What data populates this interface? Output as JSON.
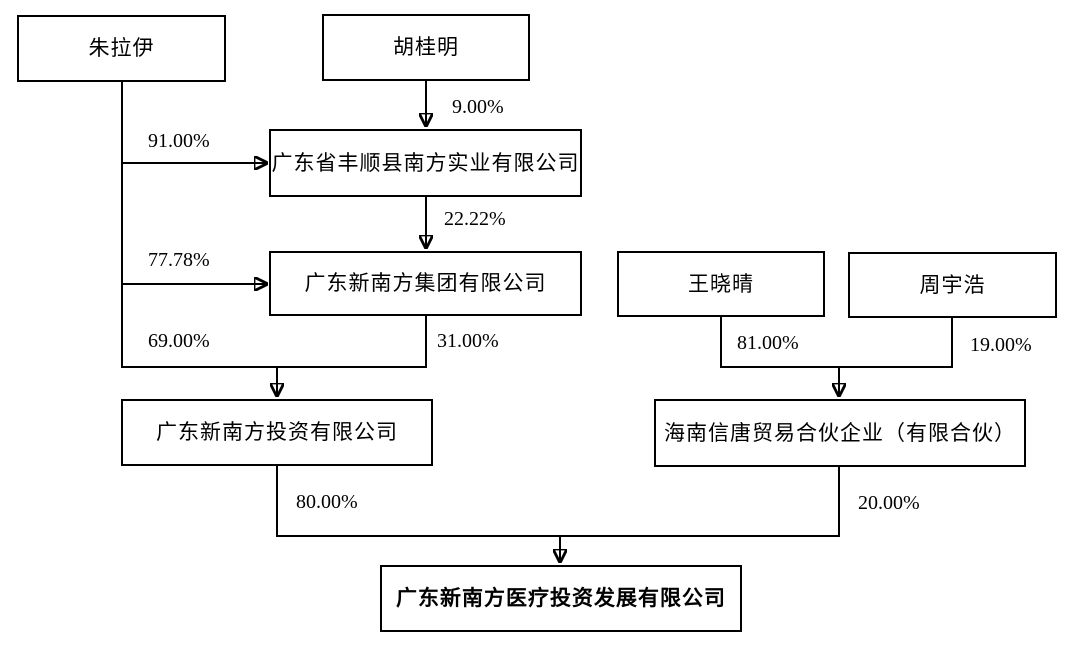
{
  "entities": {
    "zhu_layi": "朱拉伊",
    "hu_guiming": "胡桂明",
    "fengshun_shiye": "广东省丰顺县南方实业有限公司",
    "xinnanfang_group": "广东新南方集团有限公司",
    "wang_xiaoqing": "王晓晴",
    "zhou_yuhao": "周宇浩",
    "xinnanfang_touzi": "广东新南方投资有限公司",
    "hainan_xintang": "海南信唐贸易合伙企业（有限合伙）",
    "xinnanfang_yiliao": "广东新南方医疗投资发展有限公司"
  },
  "percentages": {
    "zhu_to_fengshun": "91.00%",
    "hu_to_fengshun": "9.00%",
    "fengshun_to_group": "22.22%",
    "zhu_to_group": "77.78%",
    "zhu_to_touzi": "69.00%",
    "group_to_touzi": "31.00%",
    "wang_to_xintang": "81.00%",
    "zhou_to_xintang": "19.00%",
    "touzi_to_yiliao": "80.00%",
    "xintang_to_yiliao": "20.00%"
  },
  "colors": {
    "line": "#000000",
    "box_border": "#000000",
    "text": "#000000",
    "background": "#ffffff"
  }
}
